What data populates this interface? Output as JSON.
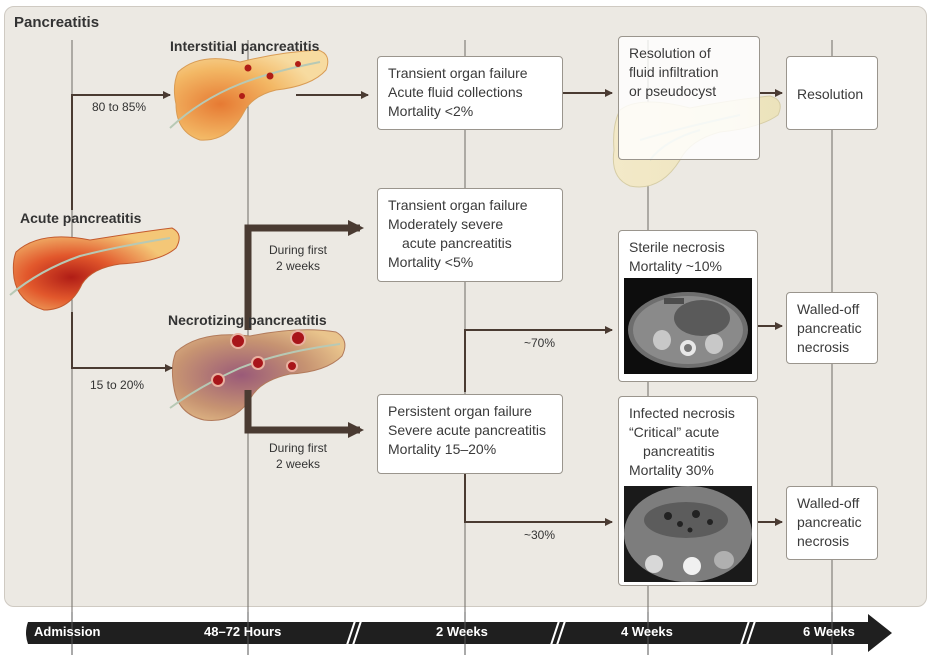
{
  "title": "Pancreatitis",
  "organs": {
    "interstitial": "Interstitial pancreatitis",
    "acute": "Acute pancreatitis",
    "necrotizing": "Necrotizing pancreatitis"
  },
  "branches": {
    "upper_pct": "80 to 85%",
    "lower_pct": "15 to 20%",
    "during_first_top": [
      "During first",
      "2 weeks"
    ],
    "during_first_bottom": [
      "During first",
      "2 weeks"
    ],
    "pct_70": "~70%",
    "pct_30": "~30%"
  },
  "boxes": {
    "transient1": [
      "Transient organ failure",
      "Acute fluid collections",
      "Mortality <2%"
    ],
    "resolution_of": [
      "Resolution of",
      "fluid infiltration",
      "or pseudocyst"
    ],
    "resolution": "Resolution",
    "transient2": [
      "Transient organ failure",
      "Moderately severe",
      "acute pancreatitis",
      "Mortality <5%"
    ],
    "persistent": [
      "Persistent organ failure",
      "Severe acute pancreatitis",
      "Mortality 15–20%"
    ],
    "sterile": [
      "Sterile necrosis",
      "Mortality ~10%"
    ],
    "infected": [
      "Infected necrosis",
      "“Critical” acute",
      "pancreatitis",
      "Mortality 30%"
    ],
    "walled1": [
      "Walled-off",
      "pancreatic",
      "necrosis"
    ],
    "walled2": [
      "Walled-off",
      "pancreatic",
      "necrosis"
    ]
  },
  "timeline": [
    "Admission",
    "48–72 Hours",
    "2 Weeks",
    "4 Weeks",
    "6 Weeks"
  ],
  "colors": {
    "panel": "#ece9e3",
    "arrow": "#5b4a3f",
    "timeline": "#1f1f1f",
    "pancreas": "#f2c77e",
    "inflamed": "#c8361f"
  }
}
